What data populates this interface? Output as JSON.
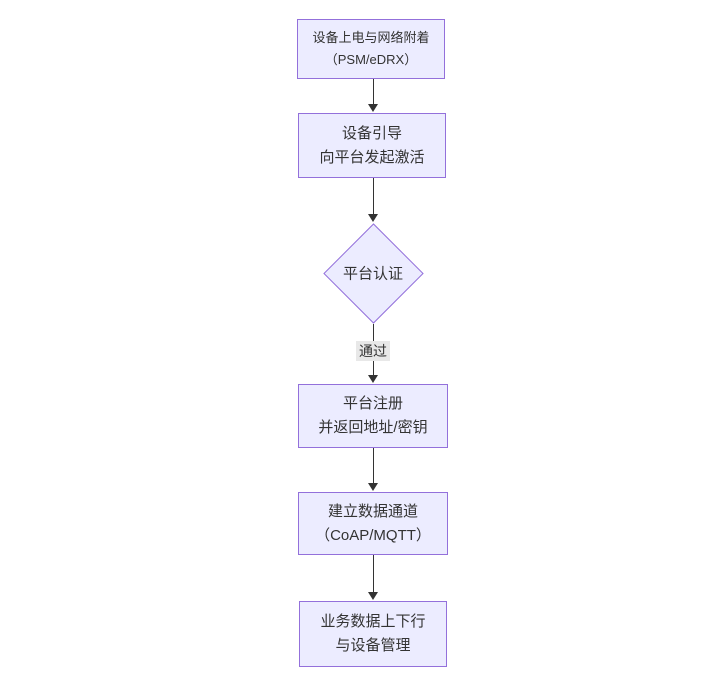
{
  "diagram": {
    "type": "flowchart",
    "direction": "top-down",
    "colors": {
      "background": "#ffffff",
      "node_fill": "#ECECFF",
      "node_border": "#9370DB",
      "edge_color": "#333333",
      "text_color": "#333333",
      "edge_label_bg": "#e8e8e8"
    },
    "nodes": [
      {
        "id": "power-attach",
        "shape": "rect",
        "lines": [
          "设备上电与网络附着",
          "（PSM/eDRX）"
        ]
      },
      {
        "id": "bootstrap",
        "shape": "rect",
        "lines": [
          "设备引导",
          "向平台发起激活"
        ]
      },
      {
        "id": "auth",
        "shape": "diamond",
        "lines": [
          "平台认证"
        ]
      },
      {
        "id": "register",
        "shape": "rect",
        "lines": [
          "平台注册",
          "并返回地址/密钥"
        ]
      },
      {
        "id": "channel",
        "shape": "rect",
        "lines": [
          "建立数据通道",
          "（CoAP/MQTT）"
        ]
      },
      {
        "id": "business",
        "shape": "rect",
        "lines": [
          "业务数据上下行",
          "与设备管理"
        ]
      }
    ],
    "edges": [
      {
        "from": "power-attach",
        "to": "bootstrap",
        "label": ""
      },
      {
        "from": "bootstrap",
        "to": "auth",
        "label": ""
      },
      {
        "from": "auth",
        "to": "register",
        "label": "通过"
      },
      {
        "from": "register",
        "to": "channel",
        "label": ""
      },
      {
        "from": "channel",
        "to": "business",
        "label": ""
      }
    ]
  }
}
